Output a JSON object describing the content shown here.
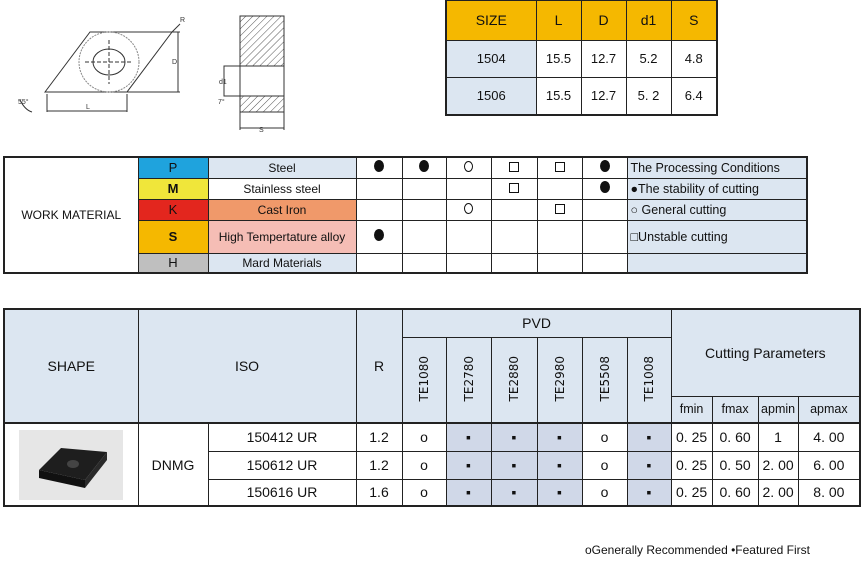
{
  "drawing": {
    "labels": {
      "radius": "R",
      "diameter": "D",
      "length": "L",
      "angle": "55°",
      "hole": "d1",
      "thickness": "S",
      "chamfer": "7°"
    }
  },
  "size_table": {
    "headers": [
      "SIZE",
      "L",
      "D",
      "d1",
      "S"
    ],
    "rows": [
      [
        "1504",
        "15.5",
        "12.7",
        "5.2",
        "4.8"
      ],
      [
        "1506",
        "15.5",
        "12.7",
        "5. 2",
        "6.4"
      ]
    ],
    "colors": {
      "header": "#f5b800"
    }
  },
  "work_material": {
    "label": "WORK MATERIAL",
    "rows": [
      {
        "code": "P",
        "name": "Steel",
        "code_color": "#1fa3dd",
        "name_color": "#dce6f1",
        "marks": [
          "dot",
          "dot",
          "circle",
          "square",
          "square",
          "dot"
        ],
        "condition": "The Processing Conditions"
      },
      {
        "code": "M",
        "name": "Stainless steel",
        "code_color": "#f0e63a",
        "name_color": "#ffffff",
        "marks": [
          "",
          "",
          "",
          "square",
          "",
          "dot"
        ],
        "condition": "●The stability of cutting"
      },
      {
        "code": "K",
        "name": "Cast Iron",
        "code_color": "#e3261e",
        "name_color": "#f0996a",
        "marks": [
          "",
          "",
          "circle",
          "",
          "square",
          ""
        ],
        "condition": "○ General cutting"
      },
      {
        "code": "S",
        "name": "High Tempertature alloy",
        "code_color": "#f5b800",
        "name_color": "#f5bdb5",
        "marks": [
          "dot",
          "",
          "",
          "",
          "",
          ""
        ],
        "condition": "□Unstable cutting"
      },
      {
        "code": "H",
        "name": "Mard Materials",
        "code_color": "#bfbfbf",
        "name_color": "#dce6f1",
        "marks": [
          "",
          "",
          "",
          "",
          "",
          ""
        ],
        "condition": ""
      }
    ]
  },
  "product_table": {
    "headers": {
      "shape": "SHAPE",
      "iso": "ISO",
      "r": "R",
      "pvd": "PVD",
      "grades": [
        "TE1080",
        "TE2780",
        "TE2880",
        "TE2980",
        "TE5508",
        "TE1008"
      ],
      "cutting": "Cutting Parameters",
      "params": [
        "fmin",
        "fmax",
        "apmin",
        "apmax"
      ]
    },
    "family": "DNMG",
    "rows": [
      {
        "iso": "150412 UR",
        "r": "1.2",
        "grades": [
          "o",
          "▪",
          "▪",
          "▪",
          "o",
          "▪"
        ],
        "params": [
          "0. 25",
          "0. 60",
          "1",
          "4. 00"
        ]
      },
      {
        "iso": "150612 UR",
        "r": "1.2",
        "grades": [
          "o",
          "▪",
          "▪",
          "▪",
          "o",
          "▪"
        ],
        "params": [
          "0. 25",
          "0. 50",
          "2. 00",
          "6. 00"
        ]
      },
      {
        "iso": "150616 UR",
        "r": "1.6",
        "grades": [
          "o",
          "▪",
          "▪",
          "▪",
          "o",
          "▪"
        ],
        "params": [
          "0. 25",
          "0. 60",
          "2. 00",
          "8. 00"
        ]
      }
    ]
  },
  "footer": "oGenerally Recommended •Featured First"
}
